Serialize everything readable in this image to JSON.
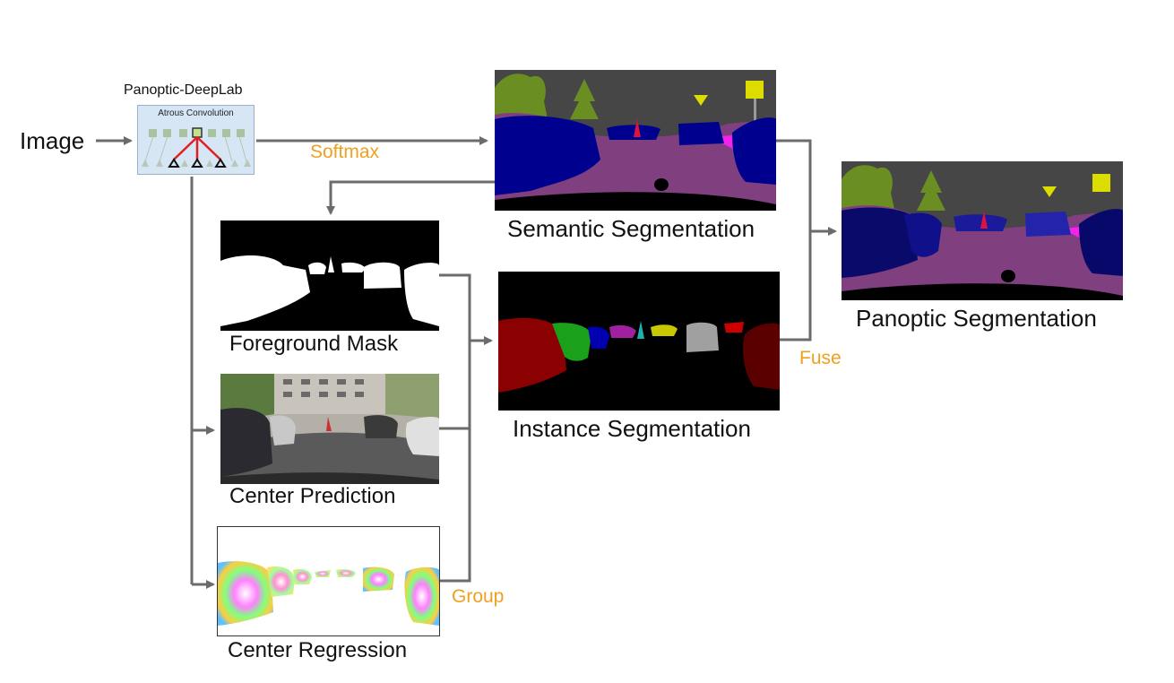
{
  "input_label": "Image",
  "model": {
    "title": "Panoptic-DeepLab",
    "block_label": "Atrous Convolution"
  },
  "edges": {
    "softmax": "Softmax",
    "fuse": "Fuse",
    "group": "Group"
  },
  "outputs": {
    "semantic": "Semantic Segmentation",
    "panoptic": "Panoptic Segmentation",
    "foreground": "Foreground Mask",
    "instance": "Instance Segmentation",
    "center_prediction": "Center Prediction",
    "center_regression": "Center Regression"
  },
  "colors": {
    "arrow": "#6b6b6b",
    "edge_label": "#f0a020",
    "sky": "#464646",
    "vegetation": "#6b8e23",
    "car": "#00008e",
    "road": "#804080",
    "sidewalk": "#f423e8",
    "person": "#dc143c",
    "sign": "#dcdc00",
    "block_fill": "#d6e6f5",
    "block_border": "#9ab0c8"
  }
}
